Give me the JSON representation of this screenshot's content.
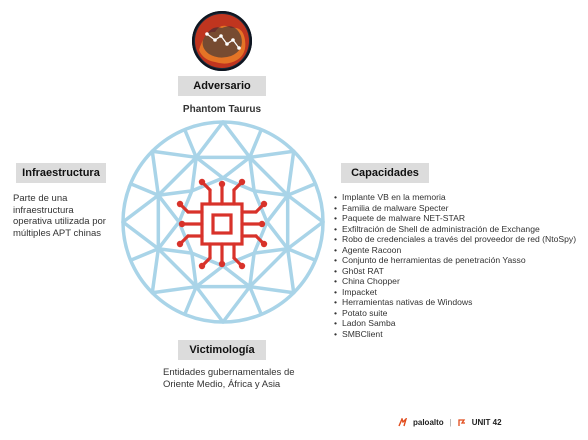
{
  "adversary": {
    "label": "Adversario",
    "name": "Phantom Taurus"
  },
  "infrastructure": {
    "label": "Infraestructura",
    "lines": [
      "Parte de una",
      "infraestructura",
      "operativa utilizada por",
      "múltiples APT chinas"
    ]
  },
  "capabilities": {
    "label": "Capacidades",
    "items": [
      "Implante VB en la memoria",
      "Familia de malware Specter",
      "Paquete de malware NET-STAR",
      "Exfiltración de Shell de administración de Exchange",
      "Robo de credenciales a través del proveedor de red (NtoSpy)",
      "Agente Racoon",
      "Conjunto de herramientas de penetración Yasso",
      "Gh0st RAT",
      "China Chopper",
      "Impacket",
      "Herramientas nativas de Windows",
      "Potato suite",
      "Ladon Samba",
      "SMBClient"
    ]
  },
  "victimology": {
    "label": "Victimología",
    "lines": [
      "Entidades gubernamentales de",
      "Oriente Medio, África y Asia"
    ]
  },
  "footer": {
    "brand1": "paloalto",
    "separator": "|",
    "brand2": "UNIT 42"
  },
  "colors": {
    "diamond": "#a9d4e8",
    "chip": "#d8322a",
    "tag_bg": "#dcdcdc",
    "medallion_bg": "#c0351f"
  }
}
